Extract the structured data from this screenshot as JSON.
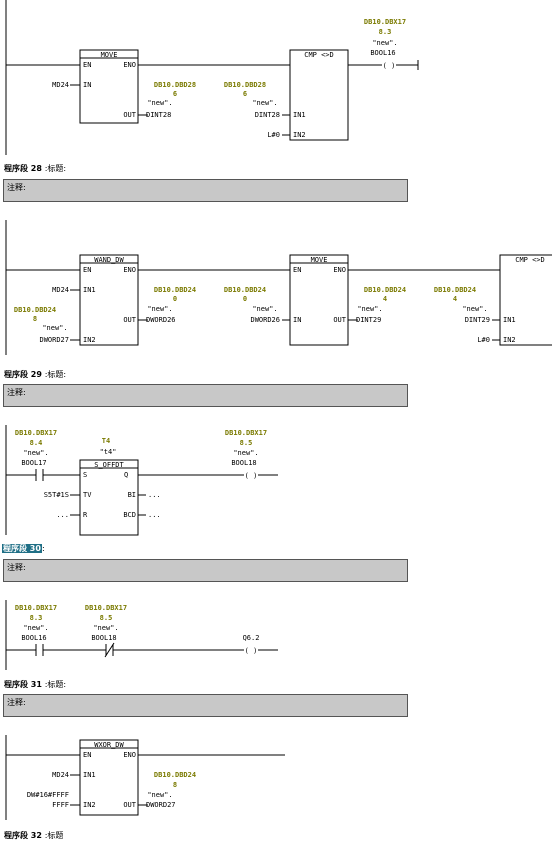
{
  "colors": {
    "address": "#7a7a00",
    "comment_bg": "#c8c8c8",
    "selected_bg": "#1f6f86"
  },
  "networks": [
    {
      "label": "程序段",
      "num": "28",
      "title": ":标题:",
      "comment": "注释:"
    },
    {
      "label": "程序段",
      "num": "29",
      "title": ":标题:",
      "comment": "注释:"
    },
    {
      "label": "程序段",
      "num": "30",
      "title": ":",
      "comment": "注释:"
    },
    {
      "label": "程序段",
      "num": "31",
      "title": ":标题:",
      "comment": "注释:"
    },
    {
      "label": "程序段",
      "num": "32",
      "title": ":标题"
    }
  ],
  "n27": {
    "move_title": "MOVE",
    "en": "EN",
    "eno": "ENO",
    "in": "IN",
    "out": "OUT",
    "move_in": "MD24",
    "move_out": "DINT28",
    "addr1": "DB10.DBD28",
    "addr1_off": "6",
    "addr1_sym": "\"new\".",
    "addr2": "DB10.DBD28",
    "addr2_off": "6",
    "addr2_sym": "\"new\".",
    "cmp_in1": "DINT28",
    "cmp_title": "CMP <>D",
    "in1": "IN1",
    "in2": "IN2",
    "cmp_in2": "L#0",
    "coil_addr": "DB10.DBX17",
    "coil_bit": "8.3",
    "coil_sym": "\"new\".",
    "coil_var": "BOOL16",
    "coil_sym2": "( )"
  },
  "n28": {
    "wand_title": "WAND_DW",
    "en": "EN",
    "eno": "ENO",
    "in1": "IN1",
    "in2": "IN2",
    "out": "OUT",
    "wand_in1": "MD24",
    "in2_addr": "DB10.DBD24",
    "in2_off": "8",
    "in2_sym": "\"new\".",
    "wand_in2": "DWORD27",
    "out_addr": "DB10.DBD24",
    "out_off": "0",
    "out_sym": "\"new\".",
    "wand_out": "DWORD26",
    "move_title": "MOVE",
    "in": "IN",
    "m_in_addr": "DB10.DBD24",
    "m_in_off": "0",
    "m_in_sym": "\"new\".",
    "move_in": "DWORD26",
    "m_out_addr": "DB10.DBD24",
    "m_out_off": "4",
    "m_out_sym": "\"new\".",
    "move_out": "DINT29",
    "c_in1_addr": "DB10.DBD24",
    "c_in1_off": "4",
    "c_in1_sym": "\"new\".",
    "cmp_in1": "DINT29",
    "cmp_title": "CMP <>D",
    "cmp_in2": "L#0"
  },
  "n29": {
    "c_addr": "DB10.DBX17",
    "c_bit": "8.4",
    "c_sym": "\"new\".",
    "c_var": "BOOL17",
    "t_addr": "T4",
    "t_sym": "\"t4\"",
    "t_title": "S_OFFDT",
    "s": "S",
    "q": "Q",
    "tv": "TV",
    "bi": "BI",
    "r": "R",
    "bcd": "BCD",
    "tv_val": "S5T#1S",
    "r_val": "...",
    "bi_val": "...",
    "bcd_val": "...",
    "coil_addr": "DB10.DBX17",
    "coil_bit": "8.5",
    "coil_sym": "\"new\".",
    "coil_var": "BOOL18",
    "coil_sym2": "( )"
  },
  "n30": {
    "c1_addr": "DB10.DBX17",
    "c1_bit": "8.3",
    "c1_sym": "\"new\".",
    "c1_var": "BOOL16",
    "c2_addr": "DB10.DBX17",
    "c2_bit": "8.5",
    "c2_sym": "\"new\".",
    "c2_var": "BOOL18",
    "coil_var": "Q6.2",
    "coil_sym": "( )"
  },
  "n31": {
    "wxor_title": "WXOR_DW",
    "en": "EN",
    "eno": "ENO",
    "in1": "IN1",
    "in2": "IN2",
    "out": "OUT",
    "in1_val": "MD24",
    "in2_a": "DW#16#FFFF",
    "in2_b": "FFFF",
    "out_addr": "DB10.DBD24",
    "out_off": "8",
    "out_sym": "\"new\".",
    "out_val": "DWORD27"
  }
}
